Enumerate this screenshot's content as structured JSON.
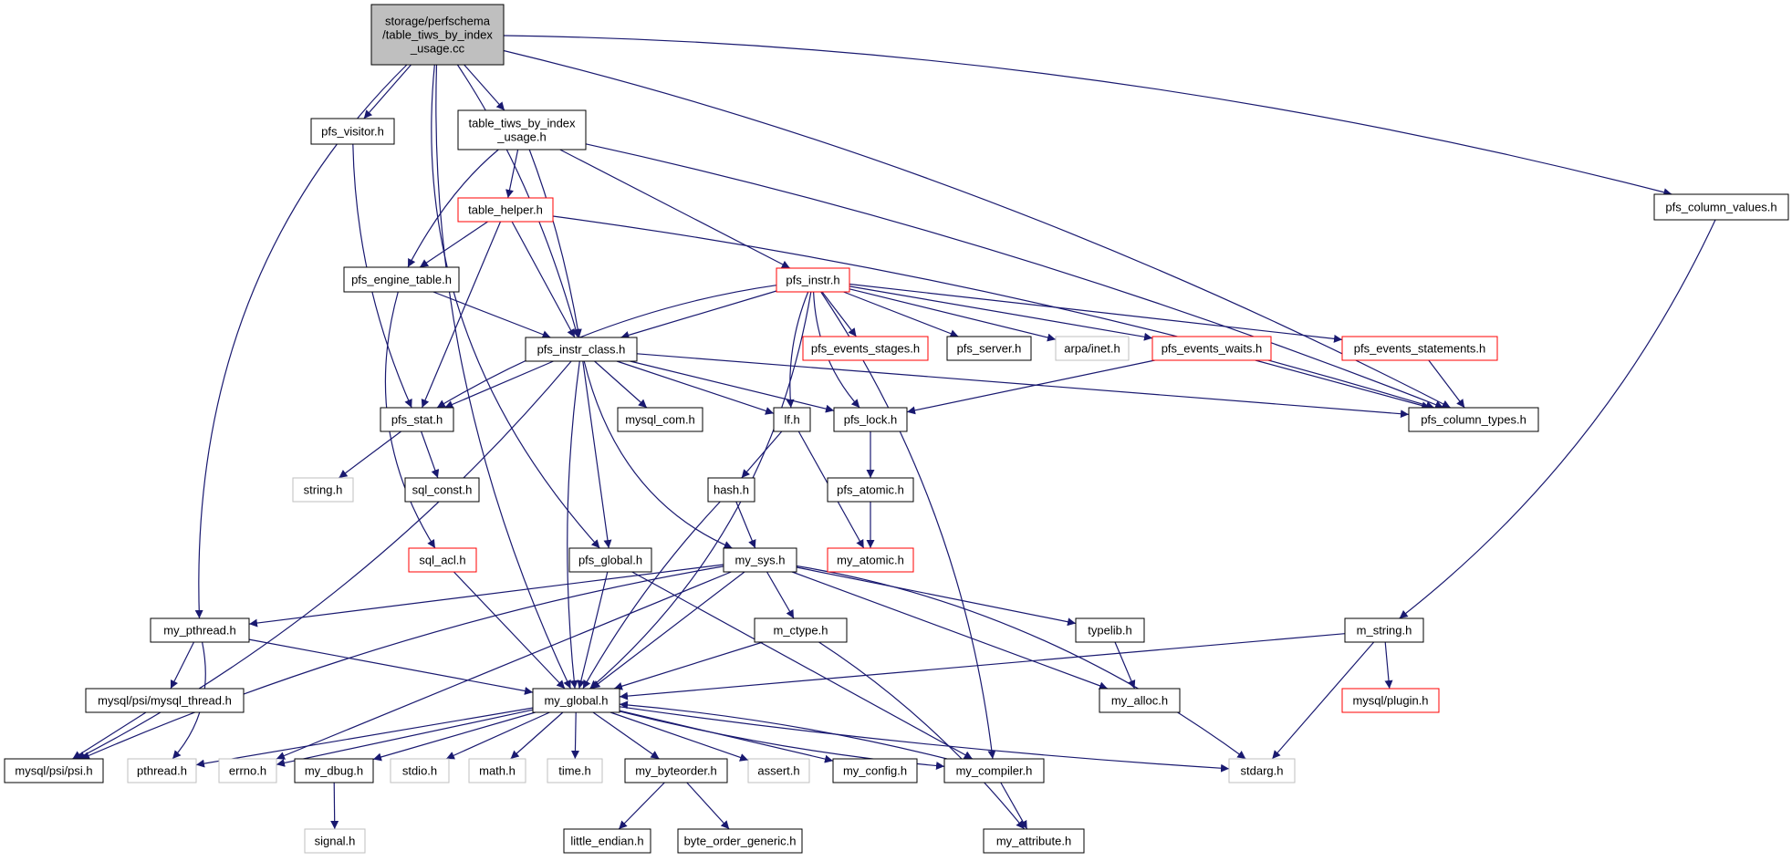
{
  "colors": {
    "edge": "#191970",
    "box_border_normal": "#000000",
    "box_border_truncated": "#ff0000",
    "box_border_external": "#bfbfbf",
    "root_fill": "#bfbfbf",
    "box_fill": "#ffffff",
    "text": "#000000"
  },
  "nodes": [
    {
      "id": "root",
      "lines": [
        "storage/perfschema",
        "/table_tiws_by_index",
        "_usage.cc"
      ],
      "kind": "root"
    },
    {
      "id": "pfs_visitor",
      "lines": [
        "pfs_visitor.h"
      ],
      "kind": "normal"
    },
    {
      "id": "tiws_h",
      "lines": [
        "table_tiws_by_index",
        "_usage.h"
      ],
      "kind": "normal"
    },
    {
      "id": "pfs_column_values",
      "lines": [
        "pfs_column_values.h"
      ],
      "kind": "normal"
    },
    {
      "id": "table_helper",
      "lines": [
        "table_helper.h"
      ],
      "kind": "truncated"
    },
    {
      "id": "pfs_engine_table",
      "lines": [
        "pfs_engine_table.h"
      ],
      "kind": "normal"
    },
    {
      "id": "pfs_instr",
      "lines": [
        "pfs_instr.h"
      ],
      "kind": "truncated"
    },
    {
      "id": "pfs_instr_class",
      "lines": [
        "pfs_instr_class.h"
      ],
      "kind": "normal"
    },
    {
      "id": "pfs_events_stages",
      "lines": [
        "pfs_events_stages.h"
      ],
      "kind": "truncated"
    },
    {
      "id": "pfs_server",
      "lines": [
        "pfs_server.h"
      ],
      "kind": "normal"
    },
    {
      "id": "arpa_inet",
      "lines": [
        "arpa/inet.h"
      ],
      "kind": "external"
    },
    {
      "id": "pfs_events_waits",
      "lines": [
        "pfs_events_waits.h"
      ],
      "kind": "truncated"
    },
    {
      "id": "pfs_events_statements",
      "lines": [
        "pfs_events_statements.h"
      ],
      "kind": "truncated"
    },
    {
      "id": "pfs_stat",
      "lines": [
        "pfs_stat.h"
      ],
      "kind": "normal"
    },
    {
      "id": "mysql_com",
      "lines": [
        "mysql_com.h"
      ],
      "kind": "normal"
    },
    {
      "id": "lf",
      "lines": [
        "lf.h"
      ],
      "kind": "normal"
    },
    {
      "id": "pfs_lock",
      "lines": [
        "pfs_lock.h"
      ],
      "kind": "normal"
    },
    {
      "id": "pfs_column_types",
      "lines": [
        "pfs_column_types.h"
      ],
      "kind": "normal"
    },
    {
      "id": "string_h",
      "lines": [
        "string.h"
      ],
      "kind": "external"
    },
    {
      "id": "sql_const",
      "lines": [
        "sql_const.h"
      ],
      "kind": "normal"
    },
    {
      "id": "hash",
      "lines": [
        "hash.h"
      ],
      "kind": "normal"
    },
    {
      "id": "pfs_atomic",
      "lines": [
        "pfs_atomic.h"
      ],
      "kind": "normal"
    },
    {
      "id": "sql_acl",
      "lines": [
        "sql_acl.h"
      ],
      "kind": "truncated"
    },
    {
      "id": "pfs_global",
      "lines": [
        "pfs_global.h"
      ],
      "kind": "normal"
    },
    {
      "id": "my_sys",
      "lines": [
        "my_sys.h"
      ],
      "kind": "normal"
    },
    {
      "id": "my_atomic",
      "lines": [
        "my_atomic.h"
      ],
      "kind": "truncated"
    },
    {
      "id": "my_pthread",
      "lines": [
        "my_pthread.h"
      ],
      "kind": "normal"
    },
    {
      "id": "m_ctype",
      "lines": [
        "m_ctype.h"
      ],
      "kind": "normal"
    },
    {
      "id": "typelib",
      "lines": [
        "typelib.h"
      ],
      "kind": "normal"
    },
    {
      "id": "m_string",
      "lines": [
        "m_string.h"
      ],
      "kind": "normal"
    },
    {
      "id": "mysql_thread",
      "lines": [
        "mysql/psi/mysql_thread.h"
      ],
      "kind": "normal"
    },
    {
      "id": "my_global",
      "lines": [
        "my_global.h"
      ],
      "kind": "normal"
    },
    {
      "id": "my_alloc",
      "lines": [
        "my_alloc.h"
      ],
      "kind": "normal"
    },
    {
      "id": "mysql_plugin",
      "lines": [
        "mysql/plugin.h"
      ],
      "kind": "truncated"
    },
    {
      "id": "psi",
      "lines": [
        "mysql/psi/psi.h"
      ],
      "kind": "normal"
    },
    {
      "id": "pthread",
      "lines": [
        "pthread.h"
      ],
      "kind": "external"
    },
    {
      "id": "errno",
      "lines": [
        "errno.h"
      ],
      "kind": "external"
    },
    {
      "id": "my_dbug",
      "lines": [
        "my_dbug.h"
      ],
      "kind": "normal"
    },
    {
      "id": "stdio",
      "lines": [
        "stdio.h"
      ],
      "kind": "external"
    },
    {
      "id": "math",
      "lines": [
        "math.h"
      ],
      "kind": "external"
    },
    {
      "id": "time",
      "lines": [
        "time.h"
      ],
      "kind": "external"
    },
    {
      "id": "my_byteorder",
      "lines": [
        "my_byteorder.h"
      ],
      "kind": "normal"
    },
    {
      "id": "assert",
      "lines": [
        "assert.h"
      ],
      "kind": "external"
    },
    {
      "id": "my_config",
      "lines": [
        "my_config.h"
      ],
      "kind": "normal"
    },
    {
      "id": "my_compiler",
      "lines": [
        "my_compiler.h"
      ],
      "kind": "normal"
    },
    {
      "id": "stdarg",
      "lines": [
        "stdarg.h"
      ],
      "kind": "external"
    },
    {
      "id": "signal",
      "lines": [
        "signal.h"
      ],
      "kind": "external"
    },
    {
      "id": "little_endian",
      "lines": [
        "little_endian.h"
      ],
      "kind": "normal"
    },
    {
      "id": "byte_order_generic",
      "lines": [
        "byte_order_generic.h"
      ],
      "kind": "normal"
    },
    {
      "id": "my_attribute",
      "lines": [
        "my_attribute.h"
      ],
      "kind": "normal"
    }
  ],
  "edges": [
    [
      "root",
      "pfs_visitor"
    ],
    [
      "root",
      "tiws_h"
    ],
    [
      "root",
      "pfs_column_values"
    ],
    [
      "root",
      "pfs_instr_class"
    ],
    [
      "root",
      "pfs_column_types"
    ],
    [
      "root",
      "my_pthread"
    ],
    [
      "root",
      "my_global"
    ],
    [
      "root",
      "pfs_global"
    ],
    [
      "pfs_visitor",
      "pfs_stat"
    ],
    [
      "tiws_h",
      "table_helper"
    ],
    [
      "tiws_h",
      "pfs_engine_table"
    ],
    [
      "tiws_h",
      "pfs_instr"
    ],
    [
      "tiws_h",
      "pfs_instr_class"
    ],
    [
      "tiws_h",
      "pfs_column_types"
    ],
    [
      "pfs_column_values",
      "m_string"
    ],
    [
      "table_helper",
      "pfs_engine_table"
    ],
    [
      "table_helper",
      "pfs_instr_class"
    ],
    [
      "table_helper",
      "pfs_stat"
    ],
    [
      "table_helper",
      "pfs_column_types"
    ],
    [
      "pfs_engine_table",
      "pfs_instr_class"
    ],
    [
      "pfs_engine_table",
      "sql_acl"
    ],
    [
      "pfs_instr",
      "pfs_instr_class"
    ],
    [
      "pfs_instr",
      "pfs_events_stages"
    ],
    [
      "pfs_instr",
      "pfs_server"
    ],
    [
      "pfs_instr",
      "arpa_inet"
    ],
    [
      "pfs_instr",
      "pfs_events_waits"
    ],
    [
      "pfs_instr",
      "pfs_events_statements"
    ],
    [
      "pfs_instr",
      "pfs_stat"
    ],
    [
      "pfs_instr",
      "lf"
    ],
    [
      "pfs_instr",
      "pfs_lock"
    ],
    [
      "pfs_instr",
      "my_global"
    ],
    [
      "pfs_instr",
      "my_compiler"
    ],
    [
      "pfs_instr_class",
      "pfs_stat"
    ],
    [
      "pfs_instr_class",
      "mysql_com"
    ],
    [
      "pfs_instr_class",
      "lf"
    ],
    [
      "pfs_instr_class",
      "pfs_lock"
    ],
    [
      "pfs_instr_class",
      "pfs_column_types"
    ],
    [
      "pfs_instr_class",
      "pfs_global"
    ],
    [
      "pfs_instr_class",
      "my_sys"
    ],
    [
      "pfs_instr_class",
      "psi"
    ],
    [
      "pfs_instr_class",
      "my_global"
    ],
    [
      "pfs_events_waits",
      "pfs_lock"
    ],
    [
      "pfs_events_waits",
      "pfs_column_types"
    ],
    [
      "pfs_events_statements",
      "pfs_column_types"
    ],
    [
      "pfs_stat",
      "string_h"
    ],
    [
      "pfs_stat",
      "sql_const"
    ],
    [
      "lf",
      "hash"
    ],
    [
      "lf",
      "my_atomic"
    ],
    [
      "pfs_lock",
      "pfs_atomic"
    ],
    [
      "pfs_atomic",
      "my_atomic"
    ],
    [
      "hash",
      "my_sys"
    ],
    [
      "hash",
      "my_global"
    ],
    [
      "sql_acl",
      "my_global"
    ],
    [
      "pfs_global",
      "my_global"
    ],
    [
      "pfs_global",
      "my_compiler"
    ],
    [
      "my_sys",
      "my_pthread"
    ],
    [
      "my_sys",
      "m_ctype"
    ],
    [
      "my_sys",
      "typelib"
    ],
    [
      "my_sys",
      "my_global"
    ],
    [
      "my_sys",
      "psi"
    ],
    [
      "my_sys",
      "errno"
    ],
    [
      "my_sys",
      "stdarg"
    ],
    [
      "my_sys",
      "my_alloc"
    ],
    [
      "my_pthread",
      "mysql_thread"
    ],
    [
      "my_pthread",
      "my_global"
    ],
    [
      "my_pthread",
      "pthread"
    ],
    [
      "mysql_thread",
      "psi"
    ],
    [
      "m_ctype",
      "my_global"
    ],
    [
      "m_ctype",
      "my_attribute"
    ],
    [
      "typelib",
      "my_alloc"
    ],
    [
      "m_string",
      "my_global"
    ],
    [
      "m_string",
      "mysql_plugin"
    ],
    [
      "m_string",
      "stdarg"
    ],
    [
      "my_global",
      "pthread"
    ],
    [
      "my_global",
      "errno"
    ],
    [
      "my_global",
      "my_dbug"
    ],
    [
      "my_global",
      "stdio"
    ],
    [
      "my_global",
      "math"
    ],
    [
      "my_global",
      "time"
    ],
    [
      "my_global",
      "my_byteorder"
    ],
    [
      "my_global",
      "assert"
    ],
    [
      "my_global",
      "my_config"
    ],
    [
      "my_global",
      "my_compiler"
    ],
    [
      "my_global",
      "stdarg"
    ],
    [
      "my_compiler",
      "my_global"
    ],
    [
      "my_compiler",
      "my_attribute"
    ],
    [
      "my_dbug",
      "signal"
    ],
    [
      "my_byteorder",
      "little_endian"
    ],
    [
      "my_byteorder",
      "byte_order_generic"
    ]
  ]
}
